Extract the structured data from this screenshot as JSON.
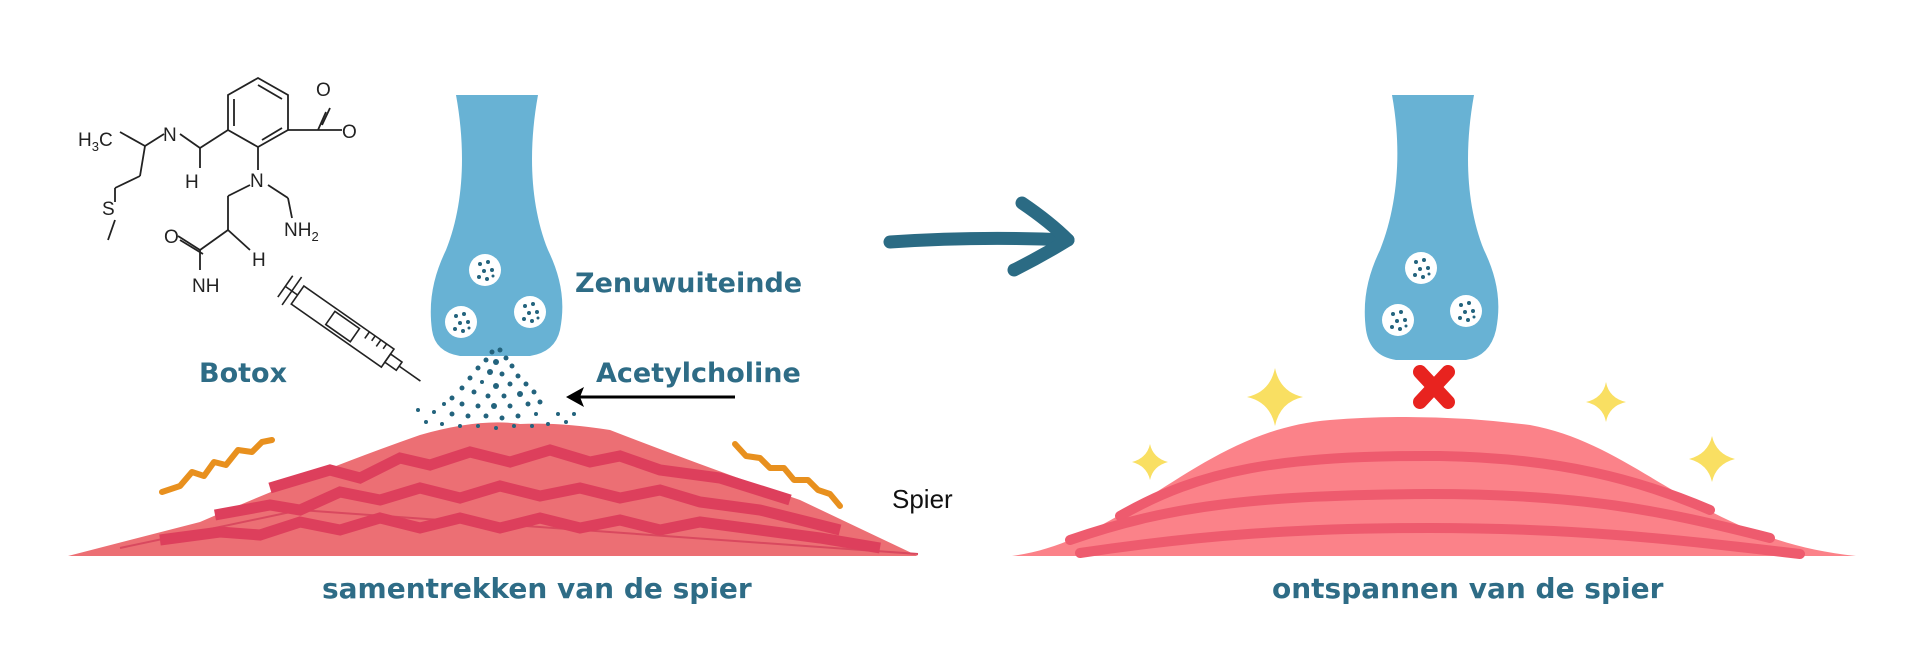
{
  "labels": {
    "nerve_ending": "Zenuwuiteinde",
    "acetylcholine": "Acetylcholine",
    "botox": "Botox",
    "muscle": "Spier",
    "caption_left": "samentrekken van de spier",
    "caption_right": "ontspannen van de spier"
  },
  "molecule_atoms": {
    "methyl": "H3C",
    "amine_n": "N",
    "amine_h": "H",
    "sulfur": "S",
    "ring_n": "N",
    "nh2": "NH2",
    "carbonyl_o_left": "O",
    "amide_nh": "NH",
    "h_right": "H",
    "carboxyl_o_top": "O",
    "carboxyl_o_right": "O"
  },
  "colors": {
    "nerve": "#68b2d4",
    "vesicle_dots": "#23637d",
    "muscle_contracted": "#ec6f74",
    "muscle_stripe": "#dd3f5c",
    "muscle_relaxed": "#fb8289",
    "relaxed_stripe": "#ee5b6e",
    "squiggle": "#e8901e",
    "arrow": "#2b6b84",
    "block_x": "#e8231f",
    "sparkle": "#f9df62",
    "label_teal": "#2e6c86"
  },
  "icons": {
    "syringe": "syringe-icon",
    "block": "cross-icon",
    "sparkles": "sparkle-icon",
    "process_arrow": "arrow-right-icon"
  }
}
